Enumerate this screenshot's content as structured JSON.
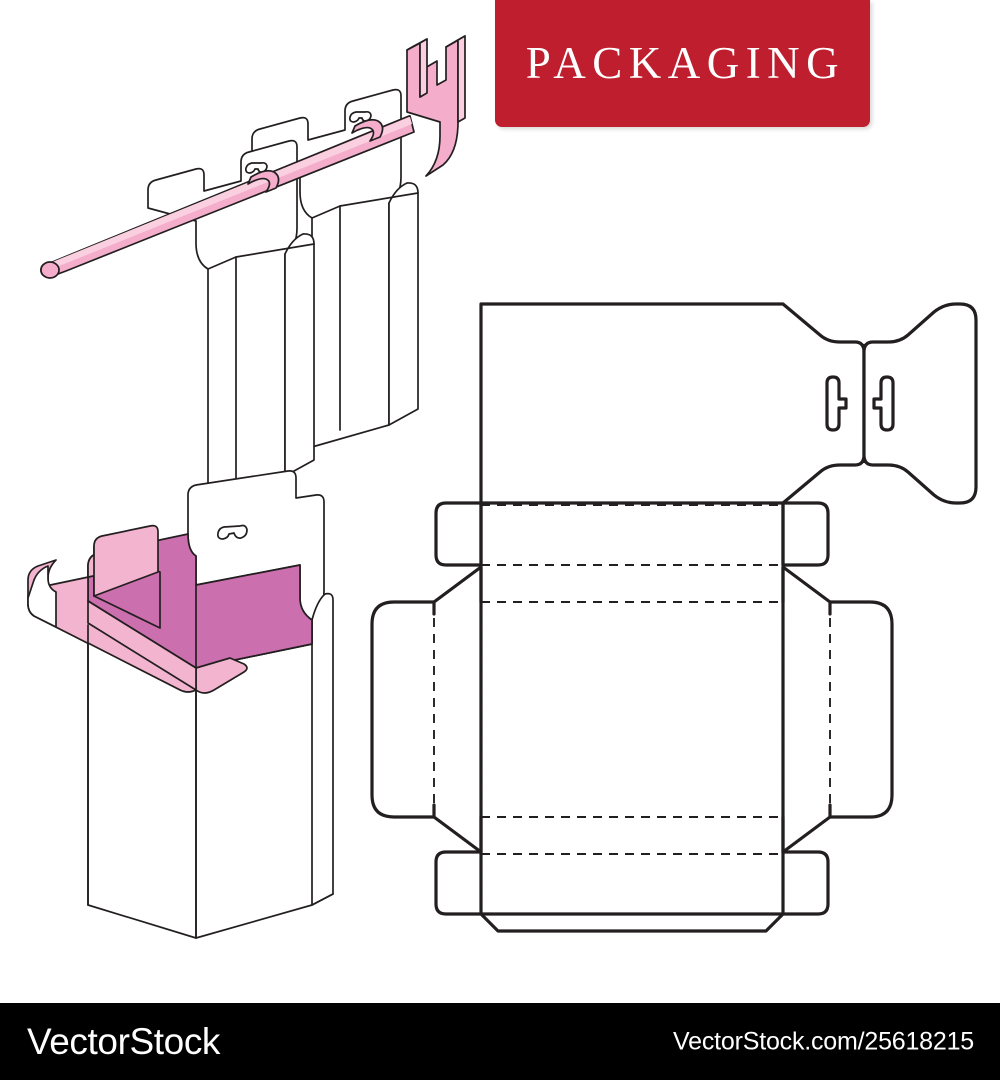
{
  "banner": {
    "label": "PACKAGING",
    "background_color": "#BE1E2D",
    "text_color": "#FFFFFF"
  },
  "footer": {
    "brand": "VectorStock",
    "url": "VectorStock.com/25618215",
    "background_color": "#000000",
    "text_color": "#FFFFFF"
  },
  "palette": {
    "outline": "#231F20",
    "light_pink": "#F2B4CE",
    "mid_pink": "#EFA9C4",
    "dark_pink": "#CC6FAE",
    "peg_pink": "#F4AECB",
    "white": "#FFFFFF"
  },
  "illustrations": {
    "hanging_boxes": {
      "name": "two-boxes-on-pegboard-hook",
      "description": "Two closed hang-tab boxes shown in isometric view threaded onto a pink pegboard hook",
      "box_count": 2,
      "hook_color": "#F4AECB"
    },
    "open_box": {
      "name": "open-box-with-pink-interior",
      "description": "Open hang-tab box in isometric view showing pink inner flaps and euro-slot hang hole",
      "interior_light": "#F2B4CE",
      "interior_dark": "#CC6FAE"
    },
    "dieline": {
      "name": "die-cut-template",
      "description": "Flat die-cut dieline of the hang-tab box with cut lines (solid) and fold/crease lines (dashed)",
      "cut_line_style": "solid",
      "fold_line_style": "dashed",
      "lock_slot_count": 2,
      "hang_hole_count": 1
    }
  }
}
